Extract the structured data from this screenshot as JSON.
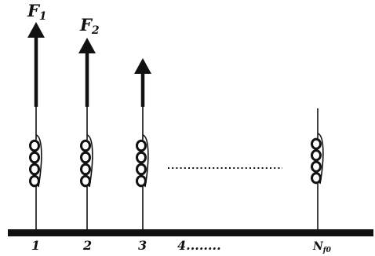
{
  "diagram": {
    "force_labels": [
      {
        "base": "F",
        "sub": "1"
      },
      {
        "base": "F",
        "sub": "2"
      }
    ],
    "position_labels": [
      "1",
      "2",
      "3",
      "4........"
    ],
    "last_label": {
      "base": "N",
      "sub": "f0"
    },
    "springs": [
      {
        "index": "1",
        "force_arrow": true
      },
      {
        "index": "2",
        "force_arrow": true
      },
      {
        "index": "3",
        "force_arrow": true
      },
      {
        "index": "N_f0",
        "force_arrow": false
      }
    ],
    "colors": {
      "ink": "#111111",
      "background": "#ffffff"
    }
  }
}
